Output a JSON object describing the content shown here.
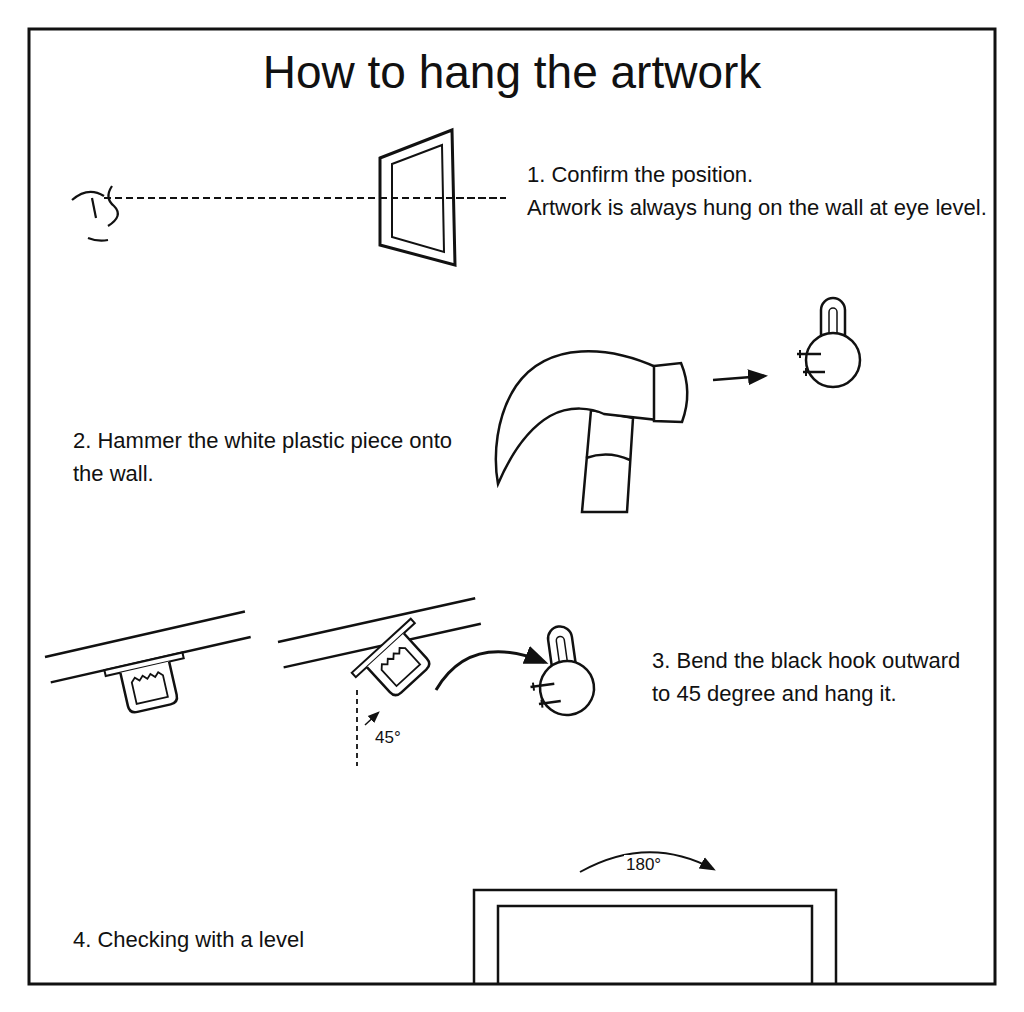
{
  "diagram": {
    "title": "How to hang the artwork",
    "labels": [
      "1. Confirm the position.",
      "Artwork is always hung on the wall at eye level.",
      "2. Hammer the white plastic piece onto the wall.",
      "3. Bend the black hook outward to 45 degree and hang it.",
      "4. Checking with a level",
      "45°",
      "180°"
    ]
  }
}
